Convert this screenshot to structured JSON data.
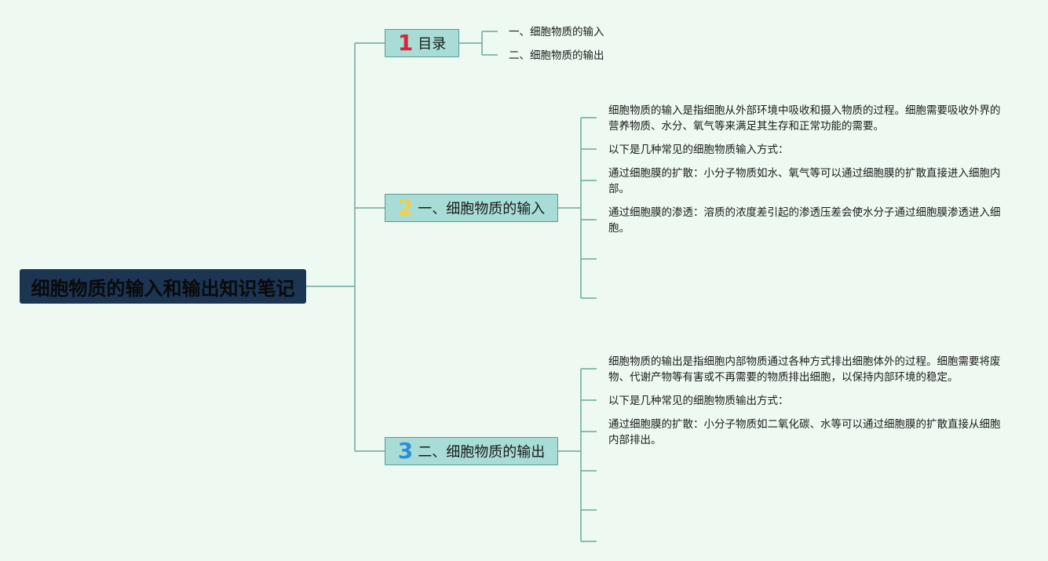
{
  "root": {
    "title": "细胞物质的输入和输出知识笔记"
  },
  "toc": {
    "num": "1",
    "num_color": "#d8233f",
    "label": "目录",
    "items": [
      "一、细胞物质的输入",
      "二、细胞物质的输出"
    ]
  },
  "input": {
    "num": "2",
    "num_color": "#f2cf4a",
    "label": "一、细胞物质的输入",
    "items": [
      "细胞物质的输入是指细胞从外部环境中吸收和摄入物质的过程。细胞需要吸收外界的营养物质、水分、氧气等来满足其生存和正常功能的需要。",
      "以下是几种常见的细胞物质输入方式：",
      "通过细胞膜的扩散：小分子物质如水、氧气等可以通过细胞膜的扩散直接进入细胞内部。",
      "通过细胞膜的渗透：溶质的浓度差引起的渗透压差会使水分子通过细胞膜渗透进入细胞。"
    ]
  },
  "output": {
    "num": "3",
    "num_color": "#2b8fd6",
    "label": "二、细胞物质的输出",
    "items": [
      "细胞物质的输出是指细胞内部物质通过各种方式排出细胞体外的过程。细胞需要将废物、代谢产物等有害或不再需要的物质排出细胞，以保持内部环境的稳定。",
      "以下是几种常见的细胞物质输出方式：",
      "通过细胞膜的扩散：小分子物质如二氧化碳、水等可以通过细胞膜的扩散直接从细胞内部排出。"
    ]
  },
  "colors": {
    "line": "#6aa89c",
    "root_bg": "#1c3553",
    "branch_bg": "#a8dcd6"
  }
}
